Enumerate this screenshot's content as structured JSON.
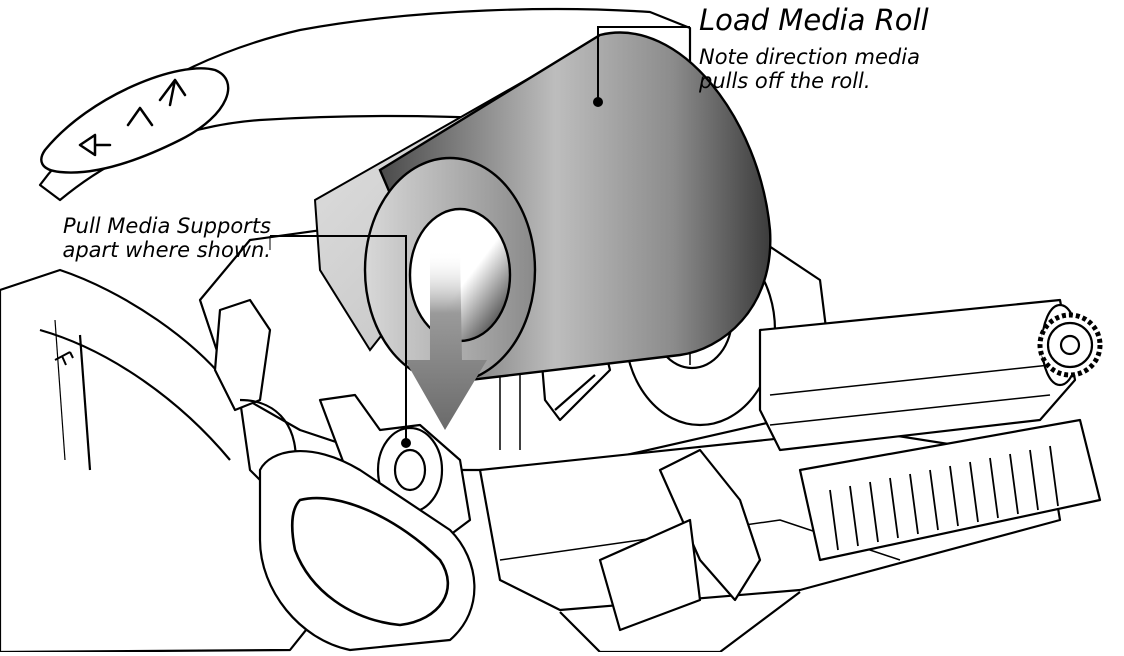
{
  "callouts": {
    "load_media": {
      "title": "Load Media Roll",
      "note_line1": "Note direction media",
      "note_line2": "pulls off the roll."
    },
    "pull_supports": {
      "line1": "Pull Media Supports",
      "line2": "apart where shown."
    }
  },
  "colors": {
    "line": "#000000",
    "body": "#ffffff",
    "media_dark": "#3a3a3a",
    "media_light": "#e4e4e4",
    "arrow": "#7a7a7a"
  },
  "icons": [
    "feed-arrow-icon",
    "chevron-up-icon",
    "back-arrow-icon",
    "usb-icon"
  ]
}
